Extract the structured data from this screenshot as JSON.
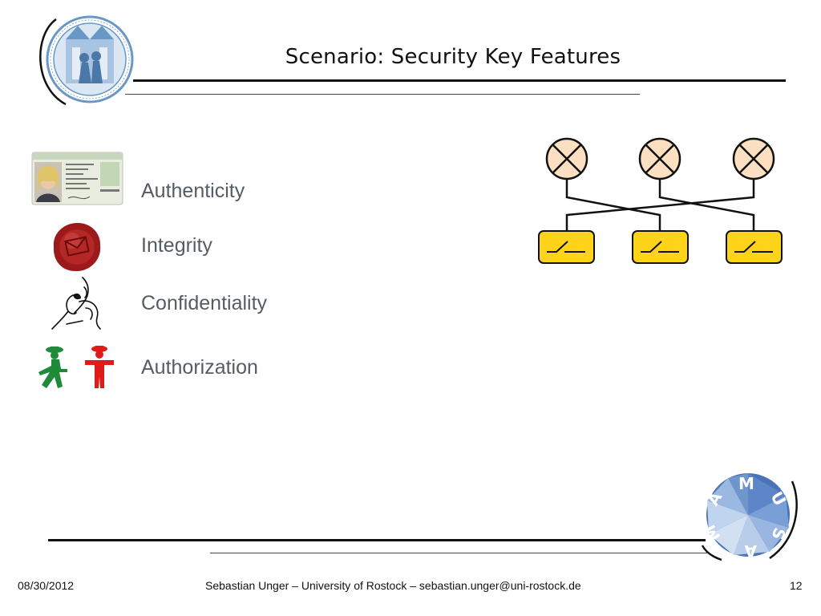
{
  "slide": {
    "title": "Scenario: Security Key Features",
    "features": [
      {
        "label": "Authenticity",
        "icon": "id-card-icon"
      },
      {
        "label": "Integrity",
        "icon": "wax-seal-icon"
      },
      {
        "label": "Confidentiality",
        "icon": "whisper-icon"
      },
      {
        "label": "Authorization",
        "icon": "traffic-light-men-icon"
      }
    ],
    "diagram": {
      "lamps": 3,
      "switches": 3,
      "lamp_fill": "#fde0c2",
      "switch_fill": "#ffd31a",
      "line_color": "#111111"
    }
  },
  "footer": {
    "date": "08/30/2012",
    "center": "Sebastian Unger – University of Rostock – sebastian.unger@uni-rostock.de",
    "page": "12"
  },
  "colors": {
    "seal_blue": "#6a98c6",
    "mamusa_blue": "#4a73b8",
    "ampel_green": "#1f8a3a",
    "ampel_red": "#e01b1b",
    "wax_red": "#9c1a1a"
  }
}
